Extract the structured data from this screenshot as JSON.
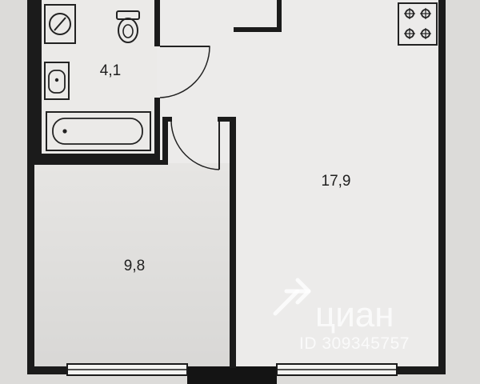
{
  "rooms": {
    "bathroom": {
      "area": "4,1"
    },
    "living_room": {
      "area": "17,9"
    },
    "bedroom": {
      "area": "9,8"
    }
  },
  "fixtures": [
    "toilet-icon",
    "sink-icon",
    "bathtub-icon",
    "washing-machine-icon",
    "stove-icon"
  ],
  "watermark": {
    "brand": "циан",
    "listing_id": "ID 309345757"
  },
  "colors": {
    "wall": "#1b1b1b",
    "floor": "#ebebe9",
    "shadow": "#d7d6d4"
  }
}
